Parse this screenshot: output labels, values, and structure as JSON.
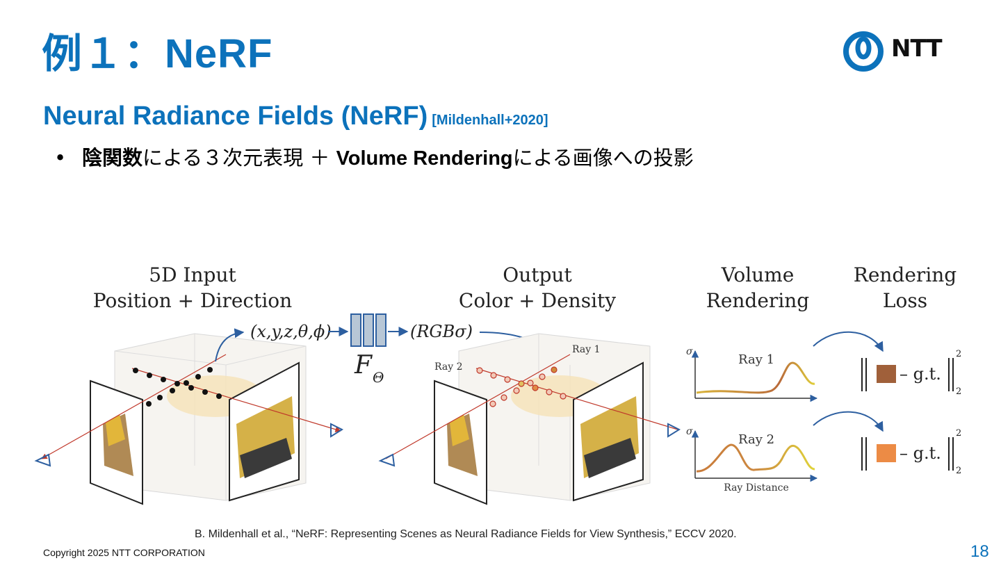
{
  "slide": {
    "title": "例１：NeRF",
    "subtitle": "Neural Radiance Fields (NeRF)",
    "subtitle_ref": "[Mildenhall+2020]",
    "bullet": {
      "marker": "•",
      "bold1": "陰関数",
      "text1": "による３次元表現 ＋ ",
      "bold2": "Volume Rendering",
      "text2": "による画像への投影"
    },
    "citation": "B. Mildenhall et al., “NeRF: Representing Scenes as Neural Radiance Fields for View Synthesis,” ECCV 2020.",
    "copyright": "Copyright 2025 NTT CORPORATION",
    "page_number": "18"
  },
  "logo": {
    "text": "NTT",
    "icon": "ntt-logo-icon",
    "color": "#0c72bb"
  },
  "figure": {
    "input_title_1": "5D Input",
    "input_title_2": "Position + Direction",
    "output_title_1": "Output",
    "output_title_2": "Color + Density",
    "volume_title_1": "Volume",
    "volume_title_2": "Rendering",
    "loss_title_1": "Rendering",
    "loss_title_2": "Loss",
    "input_tuple": "(x,y,z,θ,ϕ)",
    "network_label": "F",
    "network_sub": "Θ",
    "output_tuple": "(RGBσ)",
    "ray1": "Ray 1",
    "ray2": "Ray 2",
    "sigma": "σ",
    "ray_distance": "Ray Distance",
    "gt": "– g.t.",
    "exp": "2",
    "sub": "2",
    "ray1_color": "#a0603a",
    "ray2_color": "#ec8b45",
    "accent": "#0c72bb"
  }
}
